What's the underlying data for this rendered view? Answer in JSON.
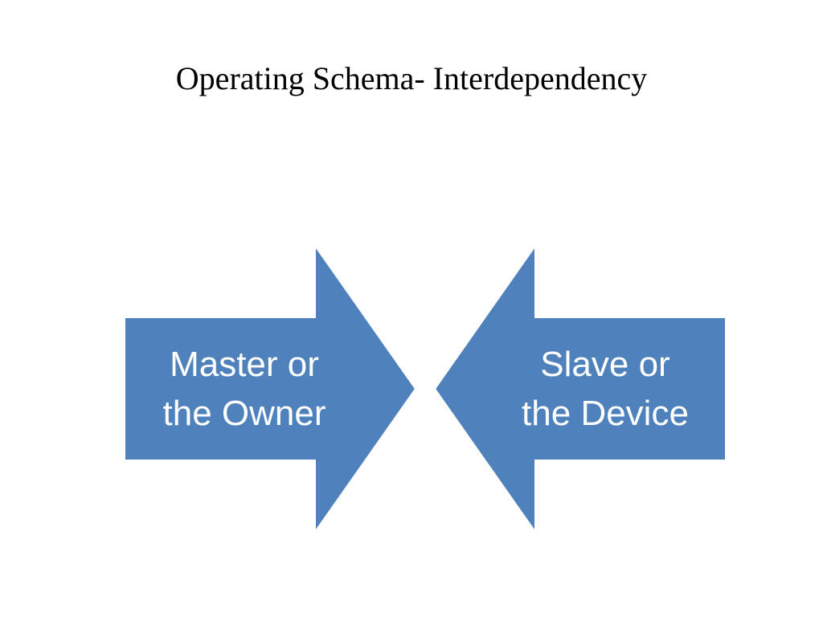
{
  "slide": {
    "title": "Operating Schema- Interdependency"
  },
  "diagram": {
    "fill_color": "#4F81BD",
    "stroke_color": "#ffffff",
    "left_arrow": {
      "direction": "right",
      "line1": "Master or",
      "line2": "the Owner"
    },
    "right_arrow": {
      "direction": "left",
      "line1": "Slave or",
      "line2": "the Device"
    }
  }
}
